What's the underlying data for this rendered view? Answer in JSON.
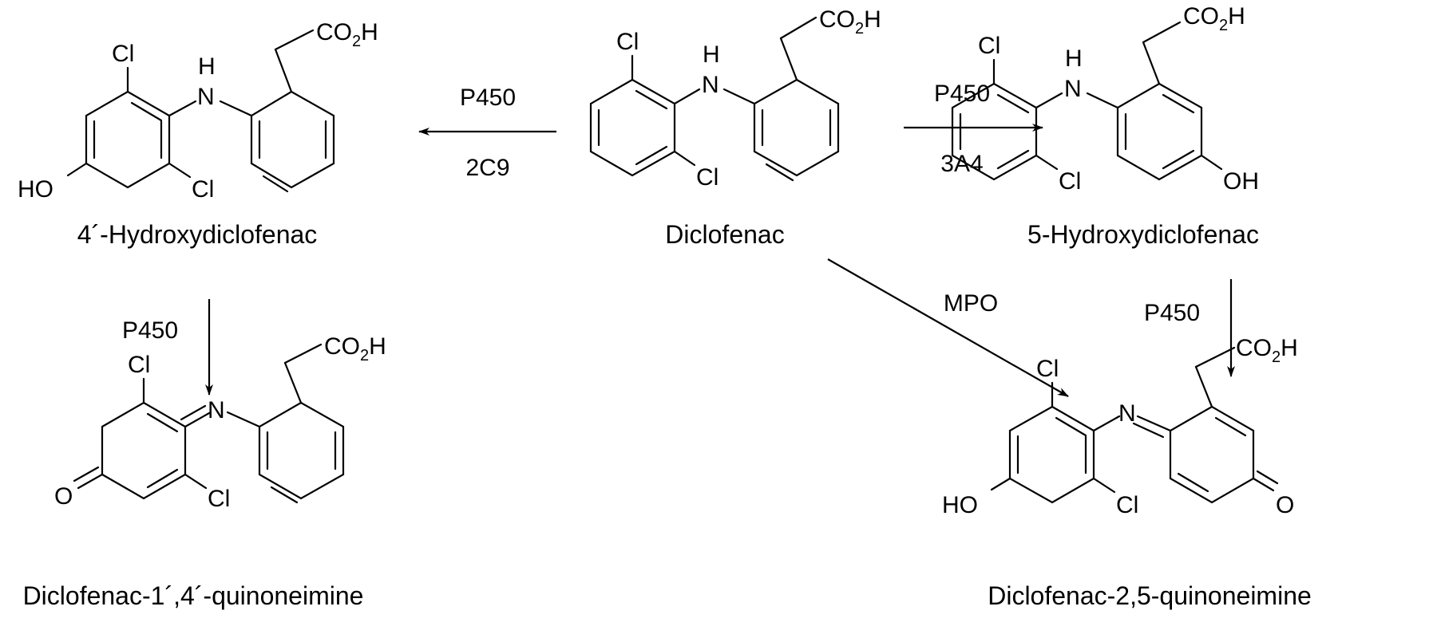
{
  "compounds": {
    "diclofenac": {
      "name": "Diclofenac",
      "atoms": {
        "cl_top": "Cl",
        "cl_bottom": "Cl",
        "nh_h": "H",
        "nh_n": "N",
        "acid": "CO",
        "acid_sub": "2",
        "acid_h": "H"
      }
    },
    "hydroxy4": {
      "name": "4´-Hydroxydiclofenac",
      "atoms": {
        "cl_top": "Cl",
        "cl_bottom": "Cl",
        "oh": "HO",
        "nh_h": "H",
        "nh_n": "N",
        "acid": "CO",
        "acid_sub": "2",
        "acid_h": "H"
      }
    },
    "hydroxy5": {
      "name": "5-Hydroxydiclofenac",
      "atoms": {
        "cl_top": "Cl",
        "cl_bottom": "Cl",
        "oh": "OH",
        "nh_h": "H",
        "nh_n": "N",
        "acid": "CO",
        "acid_sub": "2",
        "acid_h": "H"
      }
    },
    "quinone14": {
      "name": "Diclofenac-1´,4´-quinoneimine",
      "atoms": {
        "cl_top": "Cl",
        "cl_bottom": "Cl",
        "o": "O",
        "n": "N",
        "acid": "CO",
        "acid_sub": "2",
        "acid_h": "H"
      }
    },
    "quinone25": {
      "name": "Diclofenac-2,5-quinoneimine",
      "atoms": {
        "cl_top": "Cl",
        "cl_bottom": "Cl",
        "ho": "HO",
        "o": "O",
        "n": "N",
        "acid": "CO",
        "acid_sub": "2",
        "acid_h": "H"
      }
    }
  },
  "reactions": {
    "to_4oh": {
      "top": "P450",
      "bottom": "2C9"
    },
    "to_5oh": {
      "top": "P450",
      "bottom": "3A4"
    },
    "to_q14": {
      "label": "P450"
    },
    "to_q25_p450": {
      "label": "P450"
    },
    "to_q25_mpo": {
      "label": "MPO"
    }
  }
}
